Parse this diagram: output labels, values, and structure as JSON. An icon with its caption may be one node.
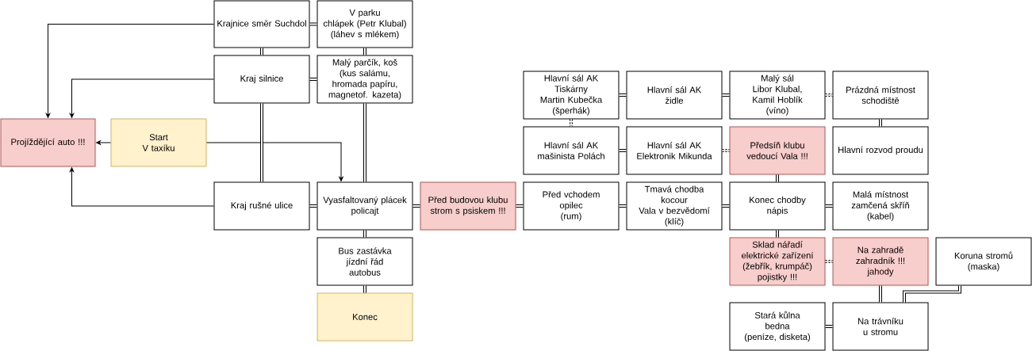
{
  "diagram": {
    "nodes": [
      {
        "text": [
          "Projíždějící auto !!!"
        ]
      },
      {
        "text": [
          "Start",
          "V taxíku"
        ]
      },
      {
        "text": [
          "Krajnice směr Suchdol"
        ]
      },
      {
        "text": [
          "V parku",
          "chlápek (Petr Klubal)",
          "(láhev s mlékem)"
        ]
      },
      {
        "text": [
          "Kraj silnice"
        ]
      },
      {
        "text": [
          "Malý parčík, koš",
          "(kus salámu, hromada papíru, magnetof. kazeta)"
        ]
      },
      {
        "text": [
          "Kraj rušné ulice"
        ]
      },
      {
        "text": [
          "Vyasfaltovaný plácek",
          "policajt"
        ]
      },
      {
        "text": [
          "Bus zastávka",
          "jízdní řád",
          "autobus"
        ]
      },
      {
        "text": [
          "Konec"
        ]
      },
      {
        "text": [
          "Před budovou klubu",
          "strom s psiskem !!!"
        ]
      },
      {
        "text": [
          "Hlavní sál AK",
          "Tiskárny",
          "Martin Kubečka",
          "(šperhák)"
        ]
      },
      {
        "text": [
          "Hlavní sál AK",
          "židle"
        ]
      },
      {
        "text": [
          "Malý sál",
          "Libor Klubal, Kamil Hoblík",
          "(víno)"
        ]
      },
      {
        "text": [
          "Prázdná místnost",
          "schodiště"
        ]
      },
      {
        "text": [
          "Hlavní sál AK",
          "mašinista Polách"
        ]
      },
      {
        "text": [
          "Hlavní sál AK",
          "Elektronik Mikunda"
        ]
      },
      {
        "text": [
          "Předsíň klubu",
          "vedoucí Vala !!!"
        ]
      },
      {
        "text": [
          "Hlavní rozvod proudu"
        ]
      },
      {
        "text": [
          "Před vchodem",
          "opilec",
          "(rum)"
        ]
      },
      {
        "text": [
          "Tmavá chodba",
          "kocour",
          "Vala v bezvědomí",
          "(klíč)"
        ]
      },
      {
        "text": [
          "Konec chodby",
          "nápis"
        ]
      },
      {
        "text": [
          "Malá místnost",
          "zamčená skříň",
          "(kabel)"
        ]
      },
      {
        "text": [
          "Sklad nářadí",
          "elektrické zařízení",
          "(žebřík, krumpáč)",
          "pojistky !!!"
        ]
      },
      {
        "text": [
          "Na zahradě",
          "zahradník !!!",
          "jahody"
        ]
      },
      {
        "text": [
          "Koruna stromů",
          "(maska)"
        ]
      },
      {
        "text": [
          "Stará kůlna",
          "bedna",
          "(peníze, disketa)"
        ]
      },
      {
        "text": [
          "Na trávníku",
          "u stromu"
        ]
      }
    ],
    "edges": [
      {
        "from": 1,
        "to": 0,
        "arrow": "to"
      },
      {
        "from": 1,
        "to": 7,
        "arrow": "to"
      },
      {
        "from": 2,
        "to": 0,
        "arrow": "to"
      },
      {
        "from": 4,
        "to": 0,
        "arrow": "to"
      },
      {
        "from": 6,
        "to": 0,
        "arrow": "to"
      },
      {
        "from": 2,
        "to": 3,
        "arrow": "none"
      },
      {
        "from": 2,
        "to": 4,
        "arrow": "none"
      },
      {
        "from": 3,
        "to": 5,
        "arrow": "none"
      },
      {
        "from": 4,
        "to": 5,
        "arrow": "none"
      },
      {
        "from": 4,
        "to": 6,
        "arrow": "none"
      },
      {
        "from": 5,
        "to": 7,
        "arrow": "none"
      },
      {
        "from": 6,
        "to": 7,
        "arrow": "none"
      },
      {
        "from": 7,
        "to": 8,
        "arrow": "none"
      },
      {
        "from": 8,
        "to": 9,
        "arrow": "none"
      },
      {
        "from": 7,
        "to": 10,
        "arrow": "none"
      },
      {
        "from": 10,
        "to": 19,
        "arrow": "none"
      },
      {
        "from": 19,
        "to": 20,
        "arrow": "none"
      },
      {
        "from": 20,
        "to": 21,
        "arrow": "none"
      },
      {
        "from": 21,
        "to": 22,
        "arrow": "none"
      },
      {
        "from": 17,
        "to": 21,
        "arrow": "none"
      },
      {
        "from": 21,
        "to": 23,
        "arrow": "none"
      },
      {
        "from": 11,
        "to": 12,
        "arrow": "none"
      },
      {
        "from": 12,
        "to": 13,
        "arrow": "none"
      },
      {
        "from": 11,
        "to": 15,
        "arrow": "none",
        "style": "dashed"
      },
      {
        "from": 15,
        "to": 16,
        "arrow": "none"
      },
      {
        "from": 16,
        "to": 17,
        "arrow": "none",
        "style": "dashed"
      },
      {
        "from": 13,
        "to": 14,
        "arrow": "none",
        "style": "dashed"
      },
      {
        "from": 14,
        "to": 18,
        "arrow": "none"
      },
      {
        "from": 23,
        "to": 24,
        "arrow": "none",
        "style": "dashed"
      },
      {
        "from": 24,
        "to": 27,
        "arrow": "none"
      },
      {
        "from": 26,
        "to": 27,
        "arrow": "none"
      },
      {
        "from": 25,
        "to": 27,
        "arrow": "none"
      }
    ]
  }
}
